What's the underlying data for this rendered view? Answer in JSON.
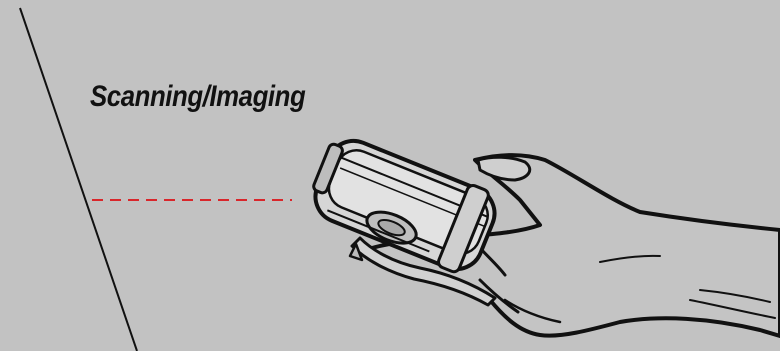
{
  "caption": "Scanning/Imaging",
  "colors": {
    "background": "#c2c2c2",
    "line": "#111111",
    "scan_beam": "#d9262b",
    "device_body": "#dcdcdc",
    "skin": "#c8c8c8"
  },
  "icons": [
    "scan-surface-line",
    "scan-beam",
    "handheld-scanner",
    "hand-illustration"
  ]
}
